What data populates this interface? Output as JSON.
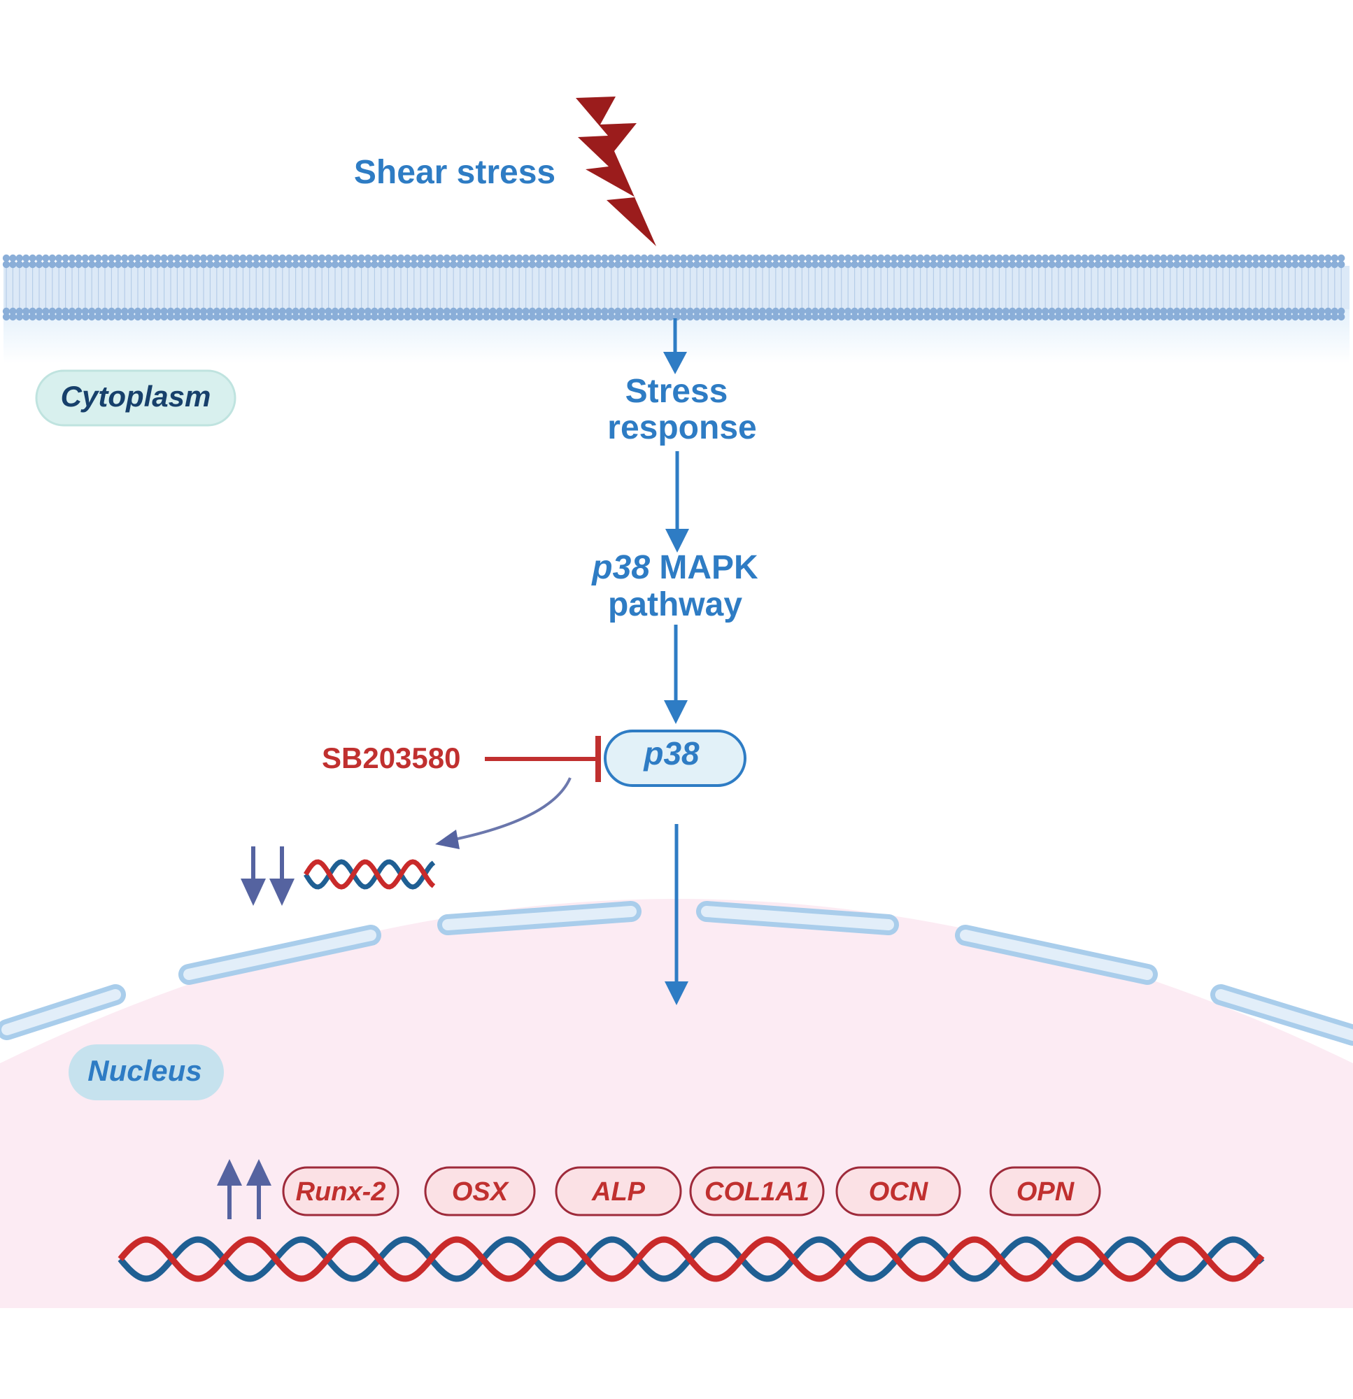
{
  "stimulus": {
    "label": "Shear stress"
  },
  "compartments": {
    "cytoplasm": "Cytoplasm",
    "nucleus": "Nucleus"
  },
  "pathway": {
    "step1_line1": "Stress",
    "step1_line2": "response",
    "step2_italic": "p38",
    "step2_rest": " MAPK",
    "step2_line2": "pathway",
    "target": "p38"
  },
  "inhibitor": {
    "label": "SB203580"
  },
  "genes": [
    "Runx-2",
    "OSX",
    "ALP",
    "COL1A1",
    "OCN",
    "OPN"
  ],
  "colors": {
    "blue_text": "#2e7cc4",
    "inhibitor_red": "#c0302f",
    "lightning": "#9b1c1c",
    "membrane": "#8aaed8",
    "nucleus_fill": "#fcebf3",
    "dna_red": "#c92a2a",
    "dna_blue": "#1f5f93",
    "updown_arrows": "#5563a0"
  },
  "icons": [
    "lightning-icon",
    "dna-helix-icon",
    "down-arrows-icon",
    "up-arrows-icon",
    "inhibition-bar-icon"
  ]
}
